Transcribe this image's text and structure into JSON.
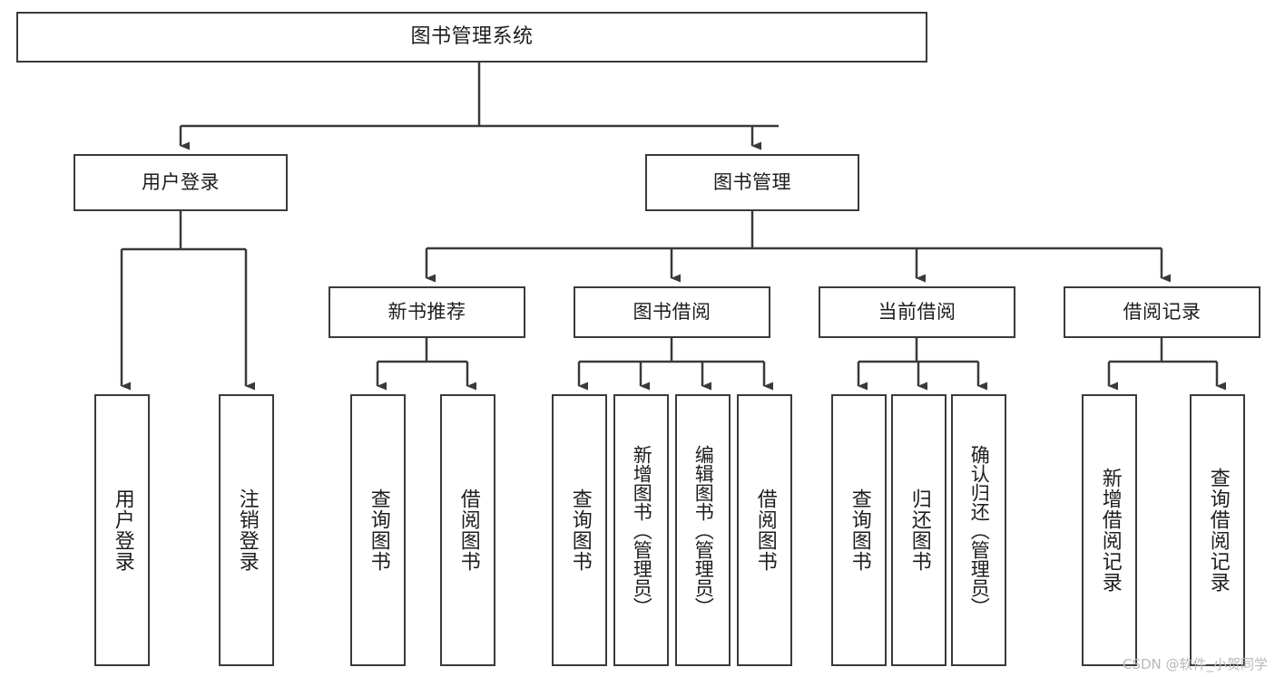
{
  "diagram": {
    "type": "tree",
    "title": "图书管理系统",
    "root": {
      "id": "root",
      "label": "图书管理系统"
    },
    "level2": [
      {
        "id": "user-login",
        "label": "用户登录"
      },
      {
        "id": "book-manage",
        "label": "图书管理"
      }
    ],
    "level3": [
      {
        "id": "new-book-rec",
        "label": "新书推荐",
        "parent": "book-manage"
      },
      {
        "id": "book-borrow",
        "label": "图书借阅",
        "parent": "book-manage"
      },
      {
        "id": "current-borrow",
        "label": "当前借阅",
        "parent": "book-manage"
      },
      {
        "id": "borrow-record",
        "label": "借阅记录",
        "parent": "book-manage"
      }
    ],
    "leaves": [
      {
        "id": "leaf-user-login",
        "label": "用户登录",
        "parent": "user-login"
      },
      {
        "id": "leaf-user-logout",
        "label": "注销登录",
        "parent": "user-login"
      },
      {
        "id": "leaf-query-book-1",
        "label": "查询图书",
        "parent": "new-book-rec"
      },
      {
        "id": "leaf-borrow-book-1",
        "label": "借阅图书",
        "parent": "new-book-rec"
      },
      {
        "id": "leaf-query-book-2",
        "label": "查询图书",
        "parent": "book-borrow"
      },
      {
        "id": "leaf-add-book",
        "label": "新增图书（管理员）",
        "parent": "book-borrow"
      },
      {
        "id": "leaf-edit-book",
        "label": "编辑图书（管理员）",
        "parent": "book-borrow"
      },
      {
        "id": "leaf-borrow-book-2",
        "label": "借阅图书",
        "parent": "book-borrow"
      },
      {
        "id": "leaf-query-book-3",
        "label": "查询图书",
        "parent": "current-borrow"
      },
      {
        "id": "leaf-return-book",
        "label": "归还图书",
        "parent": "current-borrow"
      },
      {
        "id": "leaf-confirm-return",
        "label": "确认归还（管理员）",
        "parent": "current-borrow"
      },
      {
        "id": "leaf-add-record",
        "label": "新增借阅记录",
        "parent": "borrow-record"
      },
      {
        "id": "leaf-query-record",
        "label": "查询借阅记录",
        "parent": "borrow-record"
      }
    ]
  },
  "watermark": {
    "text": "CSDN @软件_小贺同学"
  },
  "colors": {
    "stroke": "#3a3a3a",
    "fill": "#ffffff",
    "text": "#1d1d1d",
    "watermark": "#b9b9b9"
  }
}
